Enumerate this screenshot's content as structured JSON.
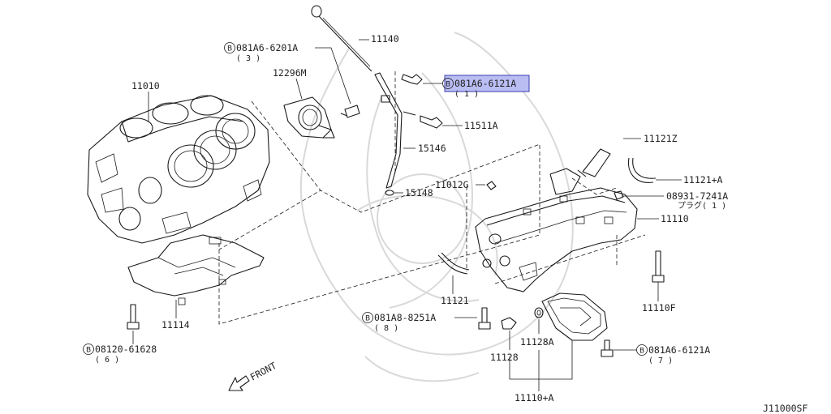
{
  "diagram_code": "J11000SF",
  "front_label": "FRONT",
  "highlight_color": "#b9bdf2",
  "parts": [
    {
      "id": "11010",
      "text": "11010"
    },
    {
      "id": "11140",
      "text": "11140"
    },
    {
      "id": "bolt_6201",
      "text": "081A6-6201A",
      "qty": "( 3 )",
      "prefix": "B"
    },
    {
      "id": "12296M",
      "text": "12296M"
    },
    {
      "id": "bolt_6121_top",
      "text": "081A6-6121A",
      "qty": "( 1 )",
      "prefix": "B",
      "highlighted": true
    },
    {
      "id": "11511A",
      "text": "11511A"
    },
    {
      "id": "15146",
      "text": "15146"
    },
    {
      "id": "15148",
      "text": "15148"
    },
    {
      "id": "11121Z",
      "text": "11121Z"
    },
    {
      "id": "11012G",
      "text": "11012G"
    },
    {
      "id": "11121A",
      "text": "11121+A"
    },
    {
      "id": "plug",
      "text": "08931-7241A",
      "sub": "プラグ( 1 )"
    },
    {
      "id": "11110",
      "text": "11110"
    },
    {
      "id": "11121",
      "text": "11121"
    },
    {
      "id": "bolt_8251",
      "text": "081A8-8251A",
      "qty": "( 8 )",
      "prefix": "B"
    },
    {
      "id": "11110F",
      "text": "11110F"
    },
    {
      "id": "11114",
      "text": "11114"
    },
    {
      "id": "bolt_61628",
      "text": "08120-61628",
      "qty": "( 6 )",
      "prefix": "B"
    },
    {
      "id": "11128A",
      "text": "11128A"
    },
    {
      "id": "11128",
      "text": "11128"
    },
    {
      "id": "bolt_6121_bottom",
      "text": "081A6-6121A",
      "qty": "( 7 )",
      "prefix": "B"
    },
    {
      "id": "11110A",
      "text": "11110+A"
    }
  ]
}
